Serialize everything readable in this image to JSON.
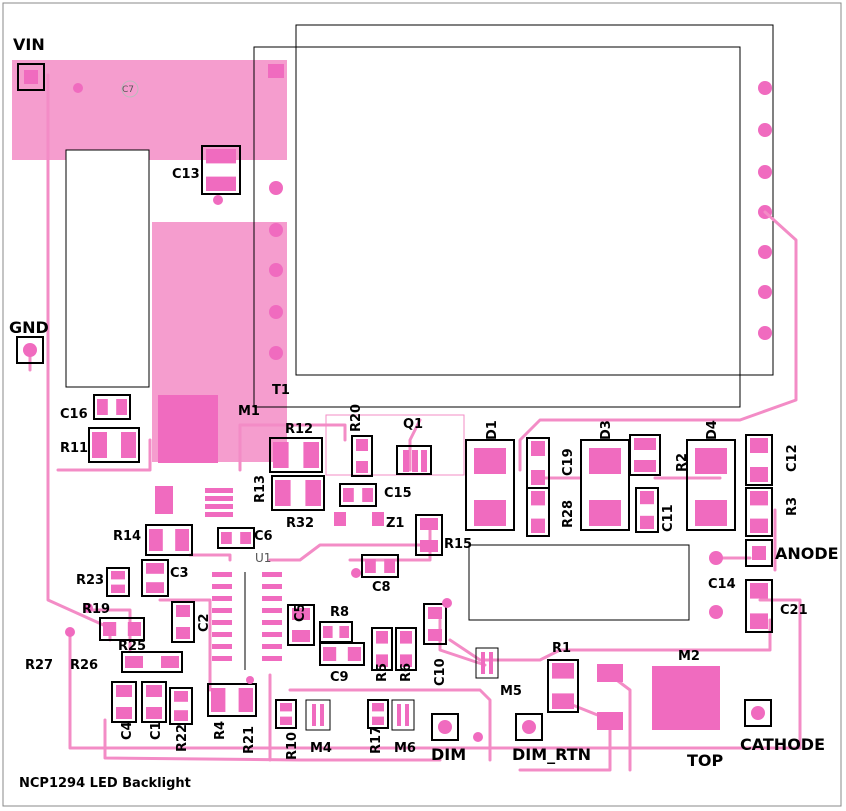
{
  "title": "NCP1294 LED Backlight",
  "layer_label": "TOP",
  "connectors": {
    "vin": "VIN",
    "gnd": "GND",
    "anode": "ANODE",
    "cathode": "CATHODE",
    "dim": "DIM",
    "dim_rtn": "DIM_RTN"
  },
  "components": {
    "t1": "T1",
    "m1": "M1",
    "m2": "M2",
    "m4": "M4",
    "m5": "M5",
    "m6": "M6",
    "q1": "Q1",
    "u1": "U1",
    "z1": "Z1",
    "d1": "D1",
    "d3": "D3",
    "d4": "D4",
    "c1": "C1",
    "c2": "C2",
    "c3": "C3",
    "c4": "C4",
    "c5": "C5",
    "c6": "C6",
    "c7": "C7",
    "c8": "C8",
    "c9": "C9",
    "c10": "C10",
    "c11": "C11",
    "c12": "C12",
    "c13": "C13",
    "c14": "C14",
    "c15": "C15",
    "c16": "C16",
    "c19": "C19",
    "c21": "C21",
    "r1": "R1",
    "r2": "R2",
    "r3": "R3",
    "r4": "R4",
    "r5": "R5",
    "r6": "R6",
    "r8": "R8",
    "r10": "R10",
    "r11": "R11",
    "r12": "R12",
    "r13": "R13",
    "r14": "R14",
    "r15": "R15",
    "r17": "R17",
    "r19": "R19",
    "r20": "R20",
    "r21": "R21",
    "r22": "R22",
    "r23": "R23",
    "r25": "R25",
    "r26": "R26",
    "r27": "R27",
    "r28": "R28",
    "r32": "R32"
  },
  "colors": {
    "copper": "#f06bbf",
    "trace": "#f38cc6",
    "silk": "#000000",
    "background": "#ffffff"
  }
}
